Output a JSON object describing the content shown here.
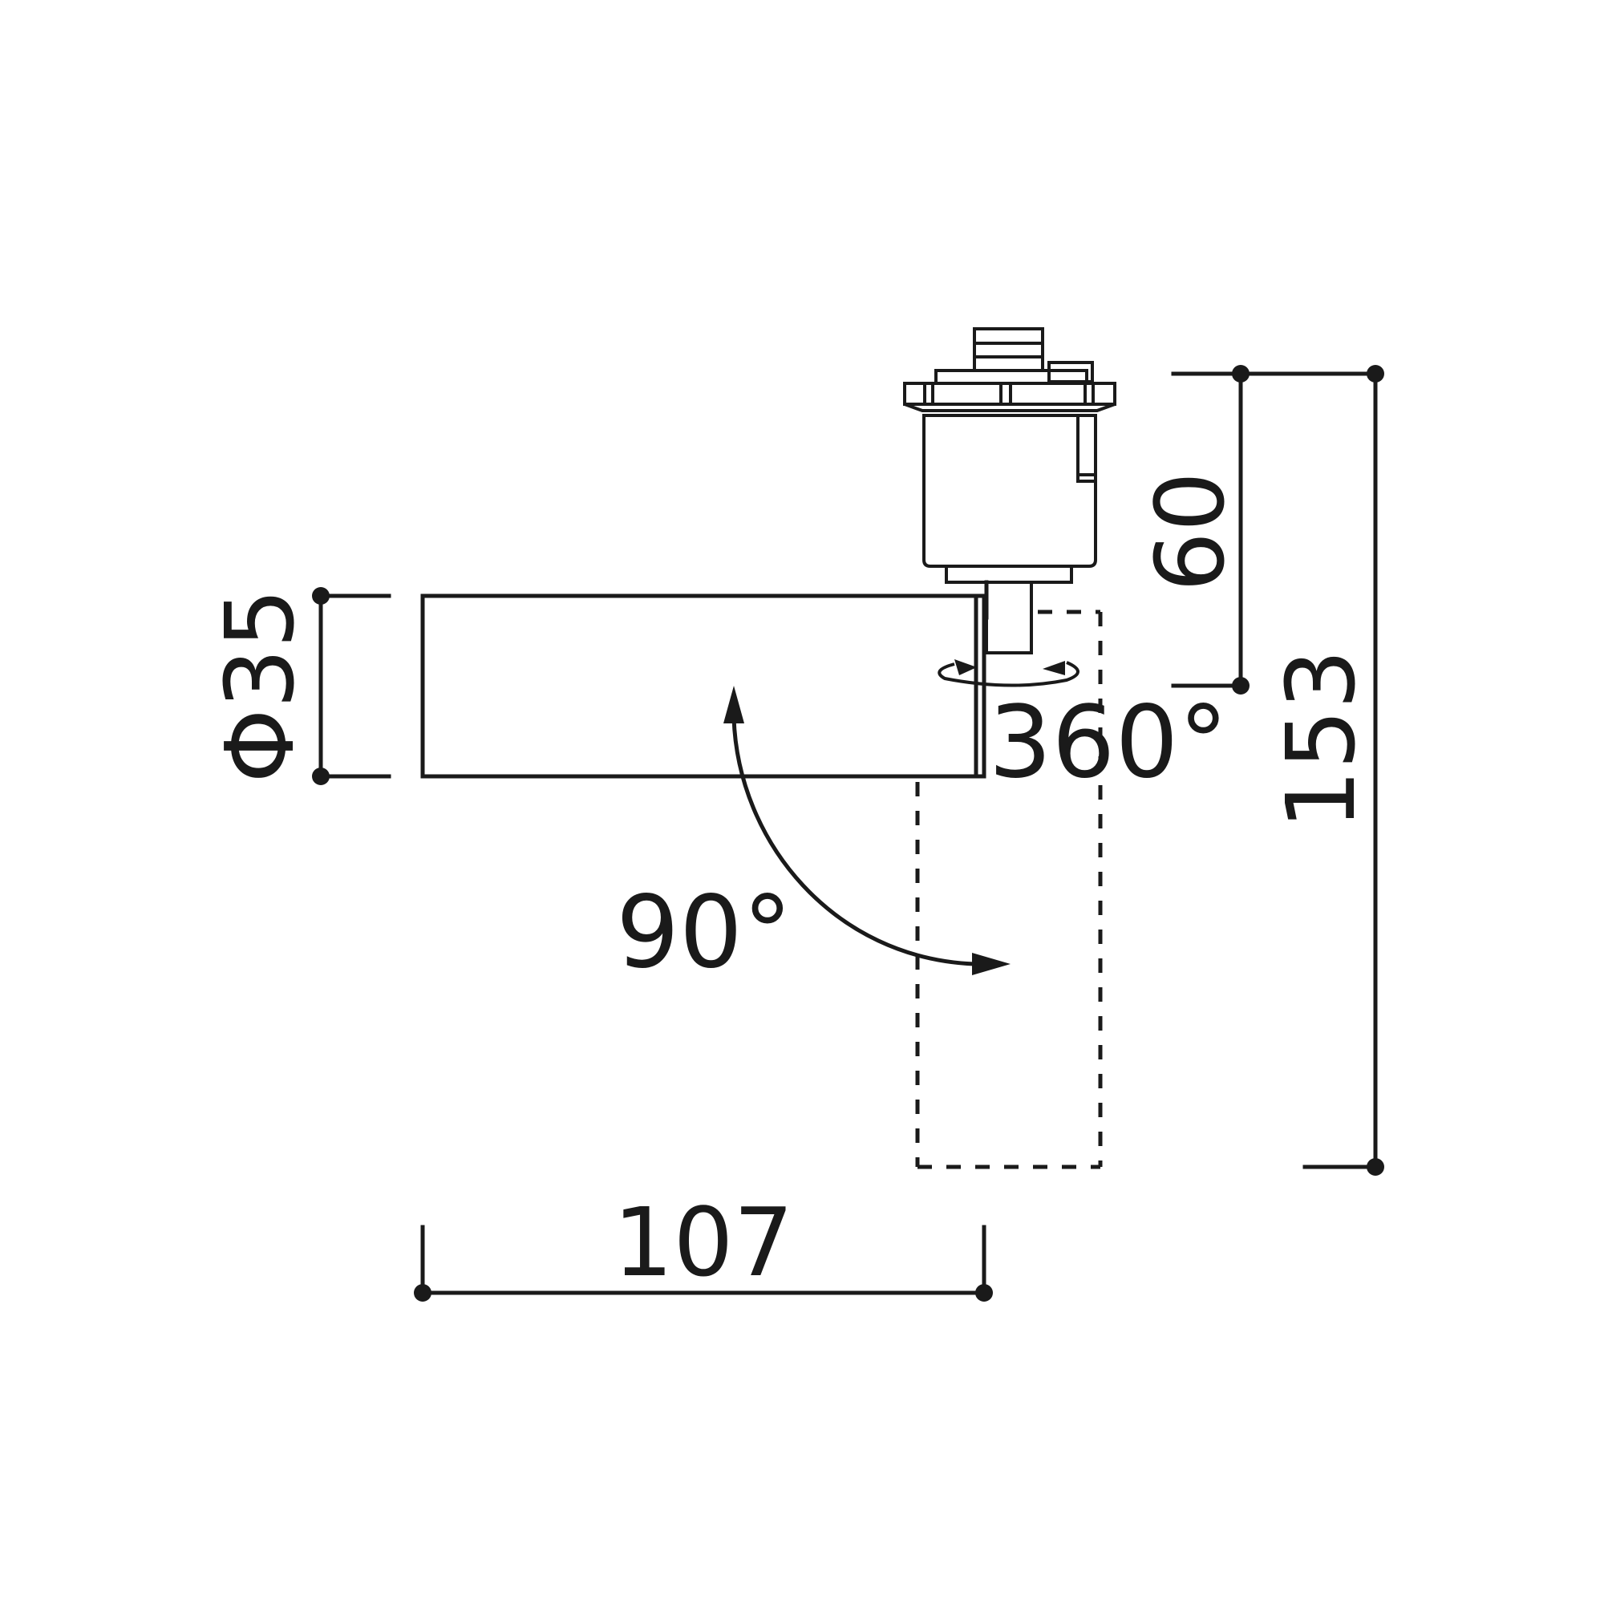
{
  "dimensions": {
    "width": "107",
    "height_total": "153",
    "adapter_height": "60",
    "diameter": "Φ35"
  },
  "angles": {
    "tilt": "90°",
    "rotation": "360°"
  }
}
